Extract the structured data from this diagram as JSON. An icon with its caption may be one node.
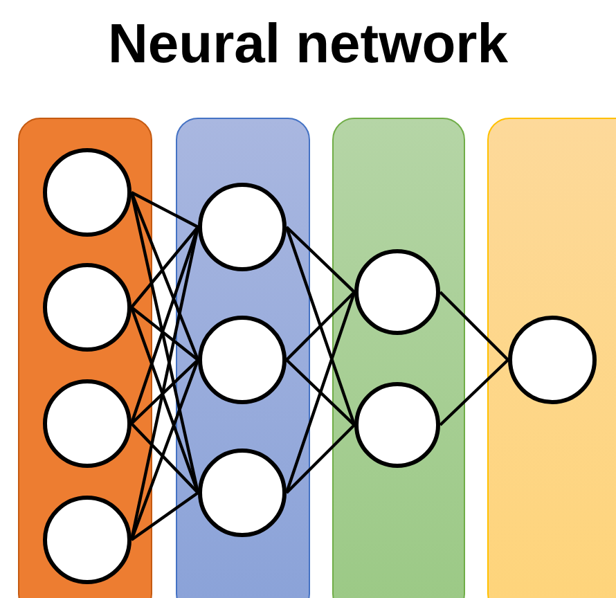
{
  "diagram": {
    "title": "Neural network",
    "nodes": [
      {
        "text": [],
        "shape": "box"
      },
      {
        "text": [],
        "shape": "box"
      },
      {
        "text": [],
        "shape": "box"
      },
      {
        "text": [],
        "shape": "box"
      },
      {
        "text": [],
        "shape": "circle",
        "in": 0
      },
      {
        "text": [],
        "shape": "circle",
        "in": 0
      },
      {
        "text": [],
        "shape": "circle",
        "in": 0
      },
      {
        "text": [],
        "shape": "circle",
        "in": 0
      },
      {
        "text": [],
        "shape": "circle",
        "in": 1
      },
      {
        "text": [],
        "shape": "circle",
        "in": 1
      },
      {
        "text": [],
        "shape": "circle",
        "in": 1
      },
      {
        "text": [],
        "shape": "circle",
        "in": 2
      },
      {
        "text": [],
        "shape": "circle",
        "in": 2
      },
      {
        "text": [],
        "shape": "circle",
        "in": 3
      }
    ],
    "edges": [
      {
        "from": 4,
        "to": 8,
        "arrow": "none"
      },
      {
        "from": 4,
        "to": 9,
        "arrow": "none"
      },
      {
        "from": 4,
        "to": 10,
        "arrow": "none"
      },
      {
        "from": 5,
        "to": 8,
        "arrow": "none"
      },
      {
        "from": 5,
        "to": 9,
        "arrow": "none"
      },
      {
        "from": 5,
        "to": 10,
        "arrow": "none"
      },
      {
        "from": 6,
        "to": 8,
        "arrow": "none"
      },
      {
        "from": 6,
        "to": 9,
        "arrow": "none"
      },
      {
        "from": 6,
        "to": 10,
        "arrow": "none"
      },
      {
        "from": 7,
        "to": 8,
        "arrow": "none"
      },
      {
        "from": 7,
        "to": 9,
        "arrow": "none"
      },
      {
        "from": 7,
        "to": 10,
        "arrow": "none"
      },
      {
        "from": 8,
        "to": 11,
        "arrow": "none"
      },
      {
        "from": 8,
        "to": 12,
        "arrow": "none"
      },
      {
        "from": 9,
        "to": 11,
        "arrow": "none"
      },
      {
        "from": 9,
        "to": 12,
        "arrow": "none"
      },
      {
        "from": 10,
        "to": 11,
        "arrow": "none"
      },
      {
        "from": 10,
        "to": 12,
        "arrow": "none"
      },
      {
        "from": 11,
        "to": 13,
        "arrow": "none"
      },
      {
        "from": 12,
        "to": 13,
        "arrow": "none"
      }
    ]
  }
}
